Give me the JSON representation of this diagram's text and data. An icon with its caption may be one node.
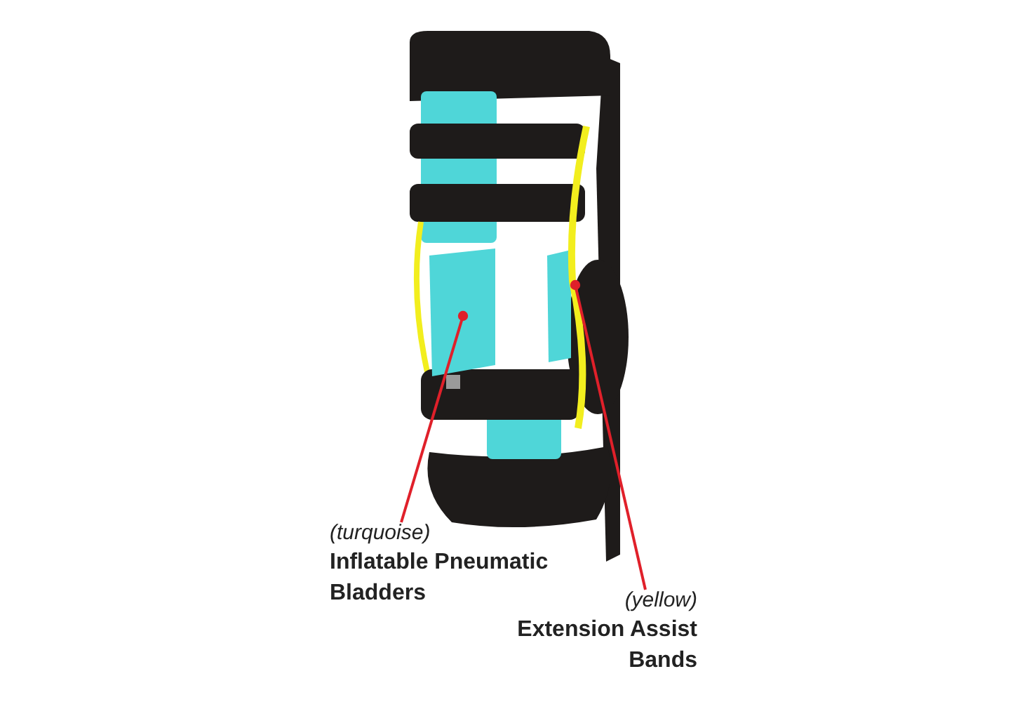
{
  "diagram": {
    "nodes": [
      {
        "text": [
          "(turquoise)",
          "Inflatable Pneumatic Bladders"
        ]
      },
      {
        "text": [],
        "shape": "box"
      },
      {
        "text": [
          "(yellow)",
          "Extension Assist Bands"
        ]
      },
      {
        "text": [],
        "shape": "bar"
      }
    ],
    "edges": [
      {
        "from": 0,
        "to": 1,
        "arrow": "other",
        "color": "#e0202a"
      },
      {
        "from": 2,
        "to": 3,
        "arrow": "other",
        "color": "#e0202a"
      }
    ]
  }
}
